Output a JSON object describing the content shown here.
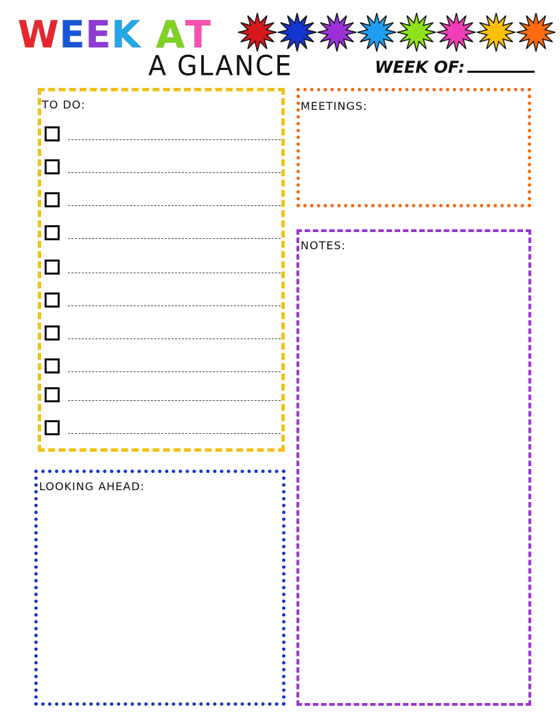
{
  "title": {
    "line1_word1": [
      "W",
      "E",
      "E",
      "K"
    ],
    "line1_word2": [
      "A",
      "T"
    ],
    "line1_colors": [
      "#e8262d",
      "#1656d8",
      "#8e3bd6",
      "#22a7e8",
      "#7ed321",
      "#ff4fb0"
    ],
    "line2": "A GLANCE"
  },
  "week_of": {
    "label": "WEEK OF:"
  },
  "stars": {
    "colors": [
      "#d7191c",
      "#1335d4",
      "#9b30d8",
      "#1e9ff2",
      "#8ee21a",
      "#f03db8",
      "#ffc107",
      "#ff6a10"
    ]
  },
  "todo": {
    "label": "TO DO:",
    "items": [
      "",
      "",
      "",
      "",
      "",
      "",
      "",
      "",
      "",
      ""
    ]
  },
  "meetings": {
    "label": "MEETINGS:"
  },
  "notes": {
    "label": "NOTES:"
  },
  "looking_ahead": {
    "label": "LOOKING AHEAD:"
  }
}
